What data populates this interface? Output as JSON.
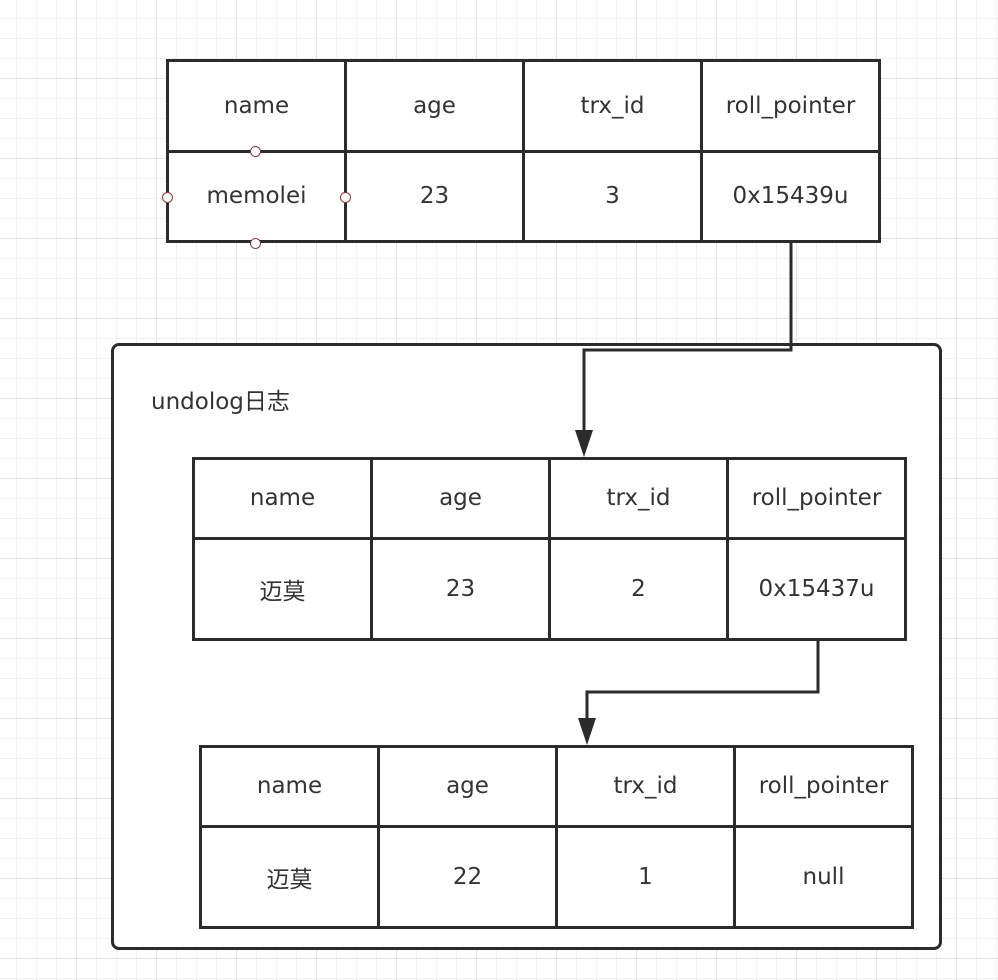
{
  "headers": [
    "name",
    "age",
    "trx_id",
    "roll_pointer"
  ],
  "current_record": {
    "name": "memolei",
    "age": "23",
    "trx_id": "3",
    "roll_pointer": "0x15439u"
  },
  "undolog": {
    "label": "undolog日志",
    "records": [
      {
        "name": "迈莫",
        "age": "23",
        "trx_id": "2",
        "roll_pointer": "0x15437u"
      },
      {
        "name": "迈莫",
        "age": "22",
        "trx_id": "1",
        "roll_pointer": "null"
      }
    ]
  },
  "colors": {
    "line": "#2b2b2b",
    "handle": "#8b3a3a",
    "grid": "#e3e3e3"
  }
}
